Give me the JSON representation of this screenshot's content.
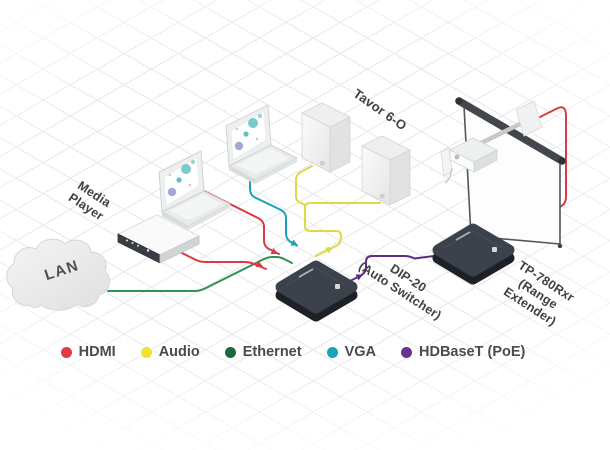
{
  "labels": {
    "lan": "LAN",
    "media_player": "Media\nPlayer",
    "speakers": "Tavor 6-O",
    "switcher": "DIP-20\n(Auto Switcher)",
    "extender": "TP-780Rxr\n(Range\nExtender)"
  },
  "devices": [
    {
      "id": "lan-cloud",
      "label": "LAN"
    },
    {
      "id": "media-player",
      "label": "Media Player"
    },
    {
      "id": "laptop-front"
    },
    {
      "id": "laptop-back"
    },
    {
      "id": "speakers",
      "label": "Tavor 6-O"
    },
    {
      "id": "dip-20",
      "label": "DIP-20 (Auto Switcher)"
    },
    {
      "id": "tp-780rxr",
      "label": "TP-780Rxr (Range Extender)"
    },
    {
      "id": "projector"
    },
    {
      "id": "projection-screen"
    }
  ],
  "legend": {
    "items": [
      {
        "label": "HDMI",
        "color": "#e23a44"
      },
      {
        "label": "Audio",
        "color": "#efe32c"
      },
      {
        "label": "Ethernet",
        "color": "#1b6a3b"
      },
      {
        "label": "VGA",
        "color": "#17a3b8"
      },
      {
        "label": "HDBaseT (PoE)",
        "color": "#6b3191"
      }
    ]
  },
  "cable_colors": {
    "HDMI": "#dc3940",
    "Audio": "#ddd945",
    "Ethernet": "#2e9156",
    "VGA": "#18a2b5",
    "HDBaseT (PoE)": "#5e2c85"
  },
  "connections": [
    {
      "from": "laptop-front",
      "to": "dip-20",
      "type": "HDMI"
    },
    {
      "from": "media-player",
      "to": "dip-20",
      "type": "HDMI"
    },
    {
      "from": "laptop-back",
      "to": "dip-20",
      "type": "VGA"
    },
    {
      "from": "lan-cloud",
      "to": "dip-20",
      "type": "Ethernet"
    },
    {
      "from": "dip-20",
      "to": "speakers",
      "type": "Audio"
    },
    {
      "from": "dip-20",
      "to": "tp-780rxr",
      "type": "HDBaseT (PoE)"
    },
    {
      "from": "tp-780rxr",
      "to": "projector",
      "type": "HDMI"
    }
  ]
}
